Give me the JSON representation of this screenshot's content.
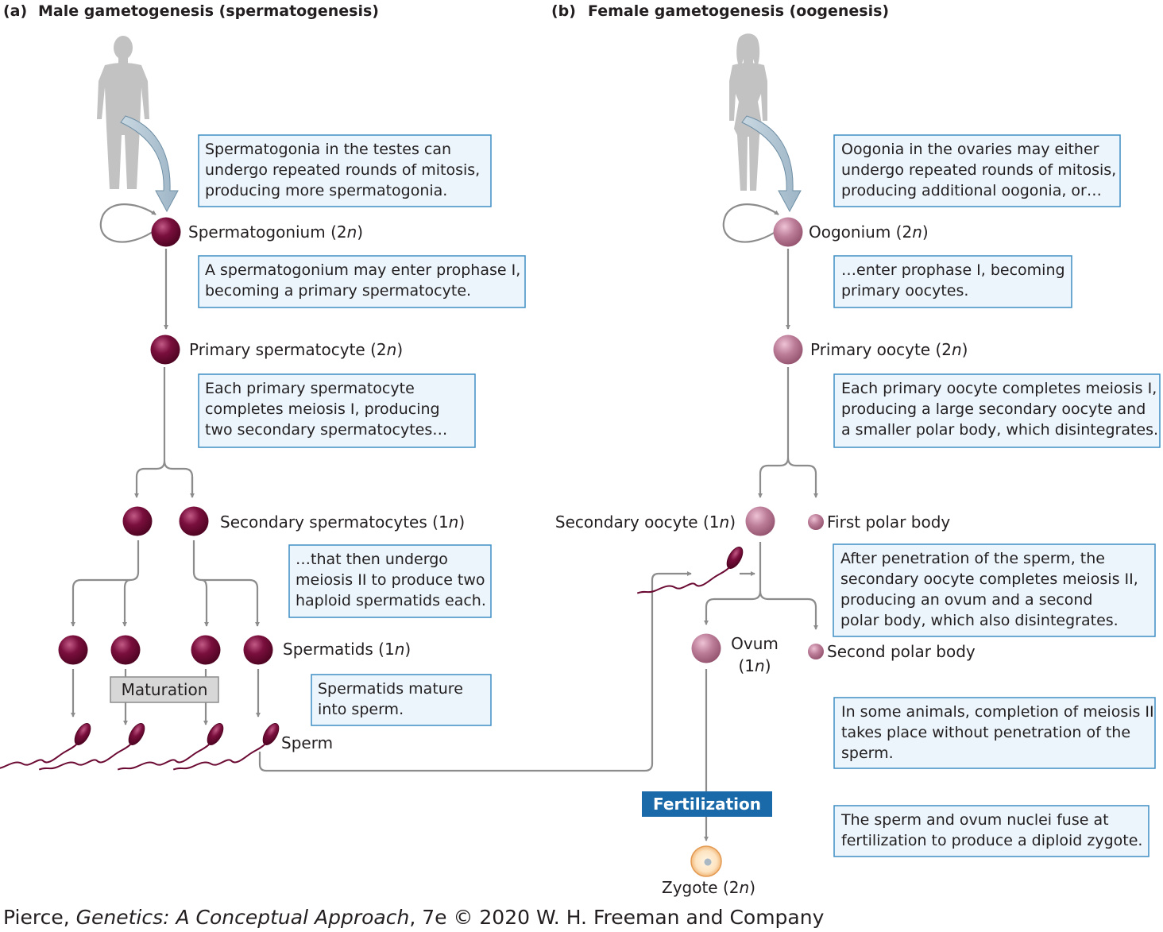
{
  "panels": {
    "a": {
      "letter": "(a)",
      "title": "Male gametogenesis (spermatogenesis)"
    },
    "b": {
      "letter": "(b)",
      "title": "Female gametogenesis (oogenesis)"
    }
  },
  "male": {
    "stages": {
      "spermatogonium": {
        "name": "Spermatogonium (2",
        "ploidy": "n",
        "close": ")"
      },
      "primary": {
        "name": "Primary spermatocyte (2",
        "ploidy": "n",
        "close": ")"
      },
      "secondary": {
        "name": "Secondary spermatocytes (1",
        "ploidy": "n",
        "close": ")"
      },
      "spermatids": {
        "name": "Spermatids (1",
        "ploidy": "n",
        "close": ")"
      },
      "sperm": "Sperm"
    },
    "maturation_label": "Maturation",
    "notes": [
      [
        "Spermatogonia in the testes can",
        "undergo repeated rounds of mitosis,",
        "producing more spermatogonia."
      ],
      [
        "A spermatogonium may enter prophase I,",
        "becoming a primary spermatocyte."
      ],
      [
        "Each primary spermatocyte",
        "completes meiosis I, producing",
        "two secondary spermatocytes…"
      ],
      [
        "…that then undergo",
        "meiosis II to produce two",
        "haploid spermatids each."
      ],
      [
        "Spermatids mature",
        "into sperm."
      ]
    ]
  },
  "female": {
    "stages": {
      "oogonium": {
        "name": "Oogonium (2",
        "ploidy": "n",
        "close": ")"
      },
      "primary": {
        "name": "Primary oocyte (2",
        "ploidy": "n",
        "close": ")"
      },
      "secondary": {
        "name": "Secondary oocyte (1",
        "ploidy": "n",
        "close": ")"
      },
      "first_polar": "First polar body",
      "ovum_name": "Ovum",
      "ovum_ploidy": {
        "open": "(1",
        "ploidy": "n",
        "close": ")"
      },
      "second_polar": "Second polar body",
      "zygote": {
        "name": "Zygote (2",
        "ploidy": "n",
        "close": ")"
      }
    },
    "fertilization_label": "Fertilization",
    "notes": [
      [
        "Oogonia in the ovaries may either",
        "undergo repeated rounds of mitosis,",
        "producing additional oogonia, or…"
      ],
      [
        "…enter prophase I, becoming",
        "primary oocytes."
      ],
      [
        "Each primary oocyte completes meiosis I,",
        "producing a large secondary oocyte and",
        "a smaller polar body, which disintegrates."
      ],
      [
        "After penetration of the sperm, the",
        "secondary oocyte completes meiosis II,",
        "producing an ovum and a second",
        "polar body, which also disintegrates."
      ],
      [
        "In some animals, completion of meiosis II",
        "takes place without penetration of the",
        "sperm."
      ],
      [
        "The sperm and ovum nuclei fuse at",
        "fertilization to produce a diploid zygote."
      ]
    ]
  },
  "credit": {
    "pre": "Pierce, ",
    "italic": "Genetics: A Conceptual Approach",
    "post": ", 7e © 2020 W. H. Freeman and Company"
  },
  "colors": {
    "male_cell": "#6b0a33",
    "female_cell": "#b47592",
    "arrow": "#8c8c8c",
    "box_fill": "#ebf5fb",
    "box_stroke": "#3e8ec4",
    "fertilization_bg": "#1a6aaa",
    "silhouette": "#c2c2c2"
  }
}
